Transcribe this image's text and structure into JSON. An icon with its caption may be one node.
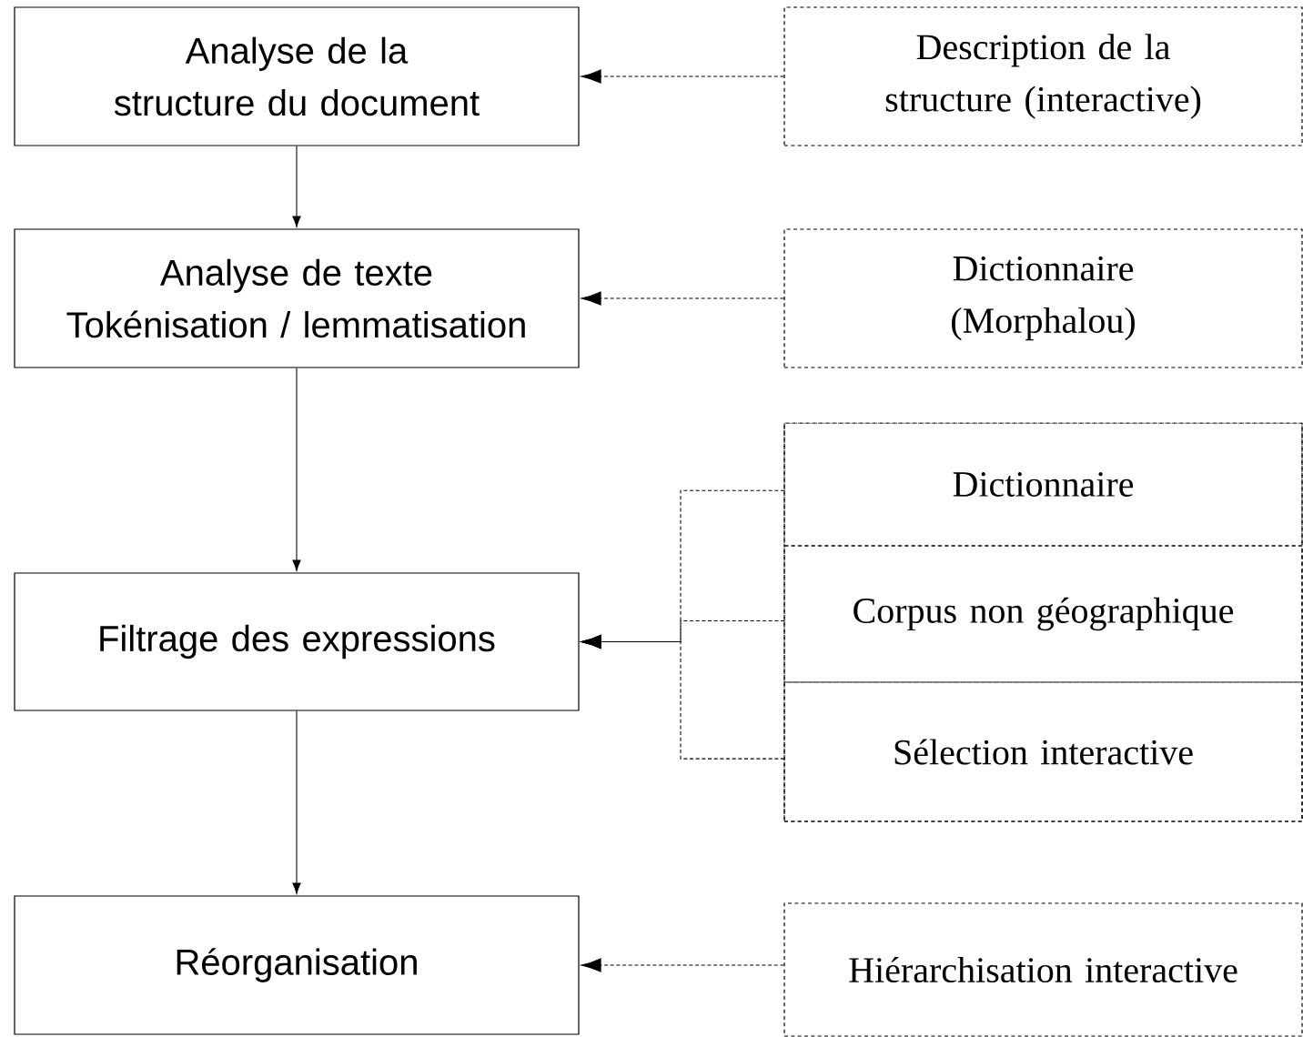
{
  "diagram": {
    "nodes": [
      {
        "text": [
          "Analyse de la structure du document"
        ]
      },
      {
        "text": [
          "Analyse de texte",
          "Tokénisation / lemmatisation"
        ]
      },
      {
        "text": [
          "Filtrage des expressions"
        ]
      },
      {
        "text": [
          "Réorganisation"
        ]
      },
      {
        "text": [
          "Description de la structure (interactive)"
        ]
      },
      {
        "text": [
          "Dictionnaire (Morphalou)"
        ]
      },
      {
        "text": [],
        "shape": "box"
      },
      {
        "text": [
          "Dictionnaire"
        ],
        "in": 6
      },
      {
        "text": [
          "Corpus non géographique"
        ],
        "in": 6
      },
      {
        "text": [
          "Sélection interactive"
        ],
        "in": 6
      },
      {
        "text": [
          "Hiérarchisation interactive"
        ]
      }
    ],
    "edges": [
      {
        "from": 0,
        "to": 1,
        "arrow": "to"
      },
      {
        "from": 1,
        "to": 2,
        "arrow": "to"
      },
      {
        "from": 2,
        "to": 3,
        "arrow": "to"
      },
      {
        "from": 4,
        "to": 0,
        "arrow": "to",
        "style": "dashed"
      },
      {
        "from": 5,
        "to": 1,
        "arrow": "to",
        "style": "dashed"
      },
      {
        "from": 7,
        "to": 2,
        "arrow": "to",
        "style": "dashed"
      },
      {
        "from": 8,
        "to": 2,
        "arrow": "to",
        "style": "dashed"
      },
      {
        "from": 9,
        "to": 2,
        "arrow": "to",
        "style": "dashed"
      },
      {
        "from": 10,
        "to": 3,
        "arrow": "to",
        "style": "dashed"
      }
    ]
  }
}
